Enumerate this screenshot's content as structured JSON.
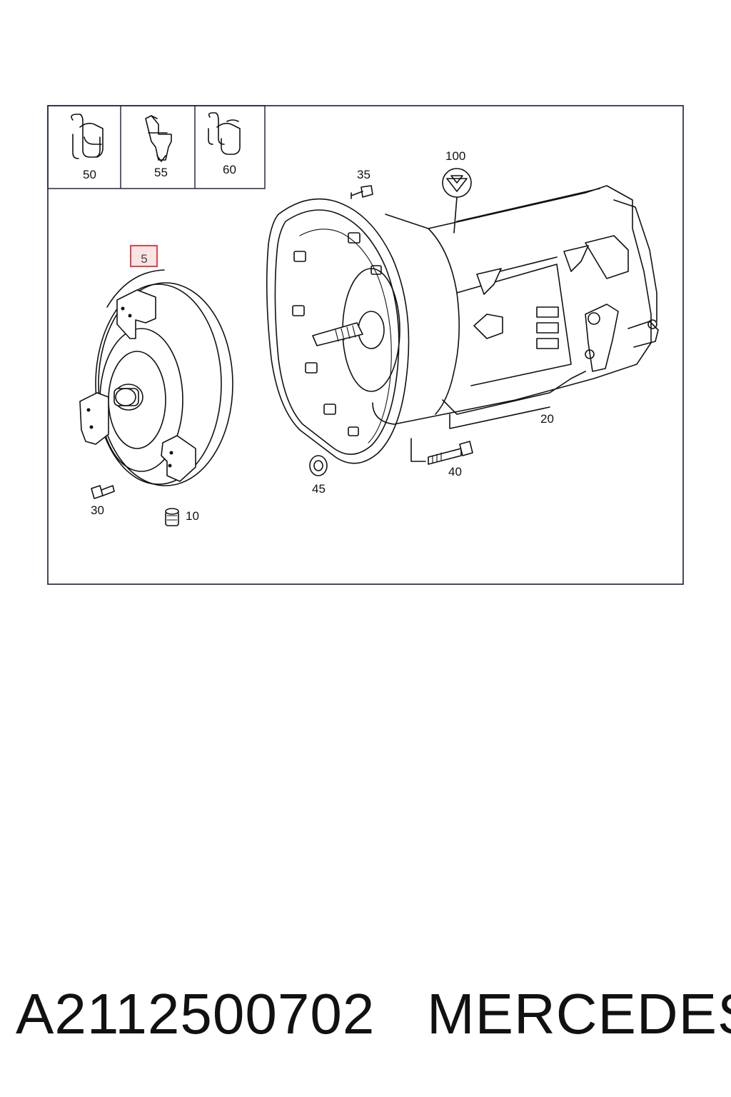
{
  "diagram": {
    "callouts": {
      "c5": "5",
      "c10": "10",
      "c20": "20",
      "c30": "30",
      "c35": "35",
      "c40": "40",
      "c45": "45",
      "c50": "50",
      "c55": "55",
      "c60": "60",
      "c100": "100"
    },
    "highlight_color": "#e0303a",
    "line_color": "#111111"
  },
  "caption": {
    "part_number": "A2112500702",
    "brand": "MERCEDES"
  }
}
